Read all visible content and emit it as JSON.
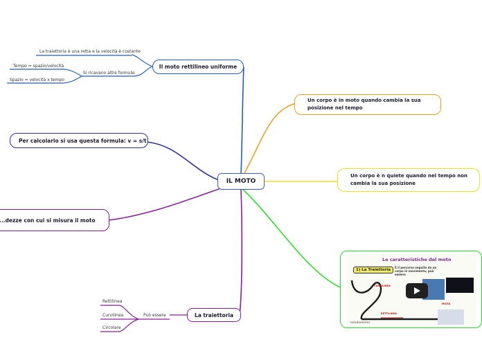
{
  "center": {
    "label": "IL MOTO"
  },
  "branches": {
    "moto_rettilineo": {
      "label": "Il moto rettilineo uniforme",
      "children": [
        "La traiettoria è una retta e la velocità è costante",
        "Si ricavano altre formule:"
      ],
      "formulas": [
        "Tempo = spazio/velocità",
        "Spazio = velocità x tempo"
      ]
    },
    "formula": {
      "label": "Per calcolarlo si usa questa formula: v = s/t"
    },
    "grandezze": {
      "label": "...dezze con cui si misura il moto"
    },
    "traiettoria": {
      "label": "La traiettoria",
      "child": "Può essere",
      "types": [
        "Rettilinea",
        "Curvilinea",
        "Circolare"
      ]
    },
    "in_moto": {
      "label": "Un corpo è in moto quando cambia la sua posizione nel tempo"
    },
    "in_quiete": {
      "label": "Un corpo è n quiete quando nel tempo non cambia la sua posizione"
    },
    "video": {
      "title": "Le caratteristiche del moto",
      "tag": "1) La Traiettoria",
      "desc": "È il percorso seguito da un corpo in movimento, può essere:",
      "labels": [
        "CURVILINEA",
        "RETTILINEA",
        "MISTA"
      ],
      "source": "mindmeister"
    }
  },
  "colors": {
    "blue": "#1f5fbf",
    "navy": "#2e2ea0",
    "purple": "#8a1f9a",
    "orange": "#f0a020",
    "yellow": "#e8e020",
    "green": "#2adf2a",
    "center_border": "#3a5fc0"
  }
}
